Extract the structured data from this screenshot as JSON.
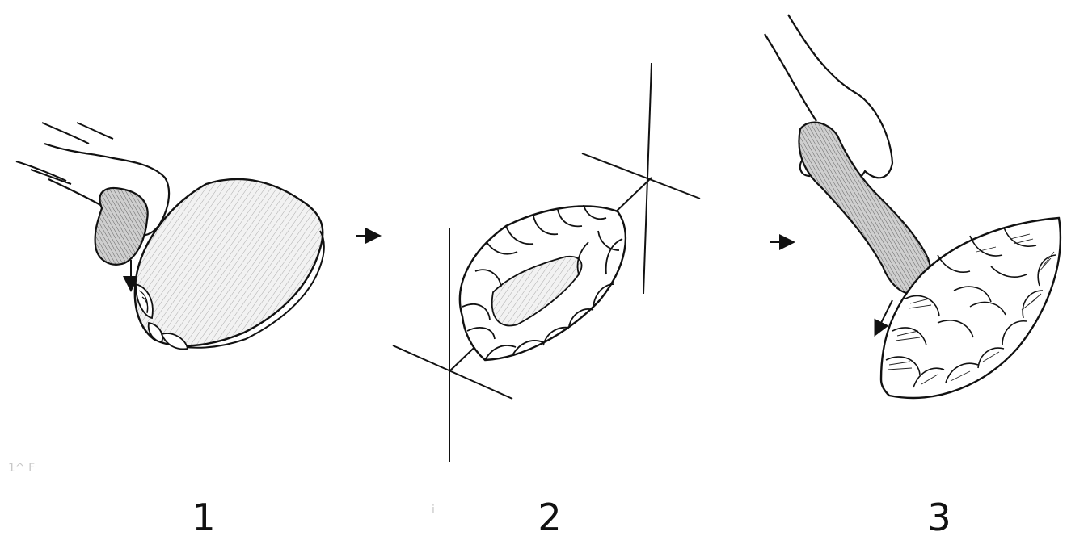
{
  "steps": [
    {
      "number": "1"
    },
    {
      "number": "2"
    },
    {
      "number": "3"
    }
  ],
  "margin_marks": [
    "1^ F",
    "i"
  ],
  "colors": {
    "ink": "#111111",
    "shade": "#bdbdbd",
    "background": "#ffffff"
  },
  "icons": [
    "hand-icon",
    "hammerstone-icon",
    "cobble-icon",
    "biface-icon",
    "strike-arrow-icon",
    "sequence-arrow-icon"
  ]
}
